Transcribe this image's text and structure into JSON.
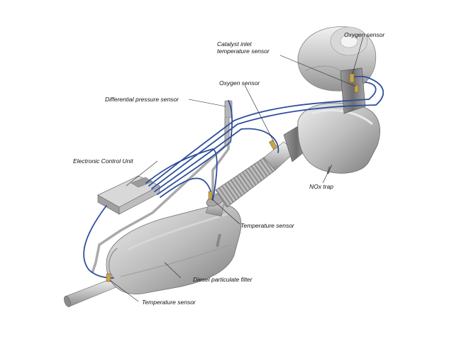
{
  "labels": {
    "oxygen_sensor_turbo": "Oxygen sensor",
    "catalyst_inlet_line1": "Catalyst inlet",
    "catalyst_inlet_line2": "temperature sensor",
    "oxygen_sensor_mid": "Oxygen sensor",
    "differential_pressure": "Differential pressure sensor",
    "ecu": "Electronic Control Unit",
    "nox_trap": "NOx trap",
    "temperature_sensor_mid": "Temperature sensor",
    "dpf": "Diesel particulate filter",
    "temperature_sensor_bottom": "Temperature sensor"
  },
  "colors": {
    "wire": "#2f4f9e",
    "metal_light": "#e4e4e4",
    "metal_mid": "#b9b9b9",
    "metal_dark": "#8a8a8a",
    "leader": "#222222"
  }
}
